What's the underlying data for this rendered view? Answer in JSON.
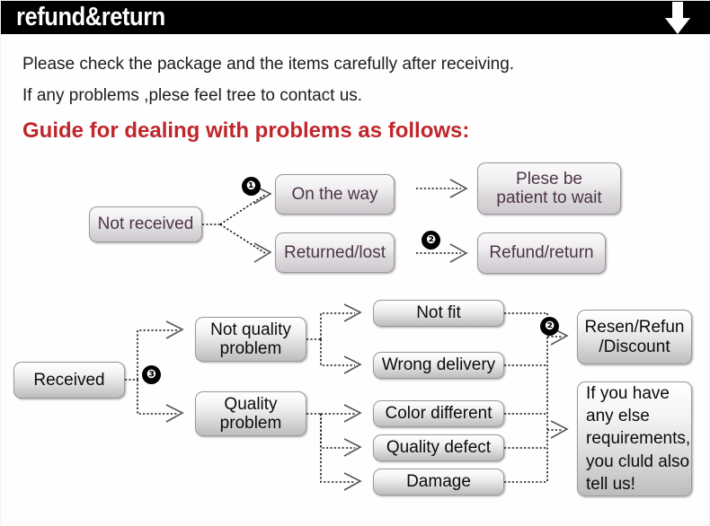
{
  "header": {
    "title": "refund&return",
    "arrow_icon": "down-arrow-icon"
  },
  "intro": {
    "line1": "Please check the package and the items carefully after receiving.",
    "line2": "If any problems ,plese feel tree to contact us.",
    "guide_heading": "Guide for dealing with problems as follows:"
  },
  "colors": {
    "header_bg": "#000000",
    "header_text": "#ffffff",
    "guide_red": "#c0262b",
    "flow1_text": "#4d3546",
    "flow2_text": "#0b0b0b",
    "badge_bg": "#000000"
  },
  "flow1": {
    "start": "Not received",
    "branches": [
      {
        "label": "On the way",
        "badge": "❶",
        "result": "Plese be\npatient to wait"
      },
      {
        "label": "Returned/lost",
        "badge": "❷",
        "result": "Refund/return"
      }
    ],
    "node_on_the_way": "On the way",
    "node_returned_lost": "Returned/lost",
    "node_please_wait_l1": "Plese be",
    "node_please_wait_l2": "patient to wait",
    "node_refund_return": "Refund/return",
    "badge1": "❶",
    "badge2": "❷"
  },
  "flow2": {
    "start": "Received",
    "badge3": "❸",
    "badge2": "❷",
    "category_not_quality_l1": "Not quality",
    "category_not_quality_l2": "problem",
    "category_quality_l1": "Quality",
    "category_quality_l2": "problem",
    "reasons_not_quality": [
      "Not fit",
      "Wrong delivery"
    ],
    "reasons_quality": [
      "Color different",
      "Quality defect",
      "Damage"
    ],
    "reason_not_fit": "Not fit",
    "reason_wrong_delivery": "Wrong delivery",
    "reason_color_different": "Color different",
    "reason_quality_defect": "Quality defect",
    "reason_damage": "Damage",
    "outcome_resend_l1": "Resen/Refun",
    "outcome_resend_l2": "/Discount",
    "note_l1": "If you have",
    "note_l2": "any else",
    "note_l3": "requirements,",
    "note_l4": "you cluld also",
    "note_l5": "tell us!"
  }
}
